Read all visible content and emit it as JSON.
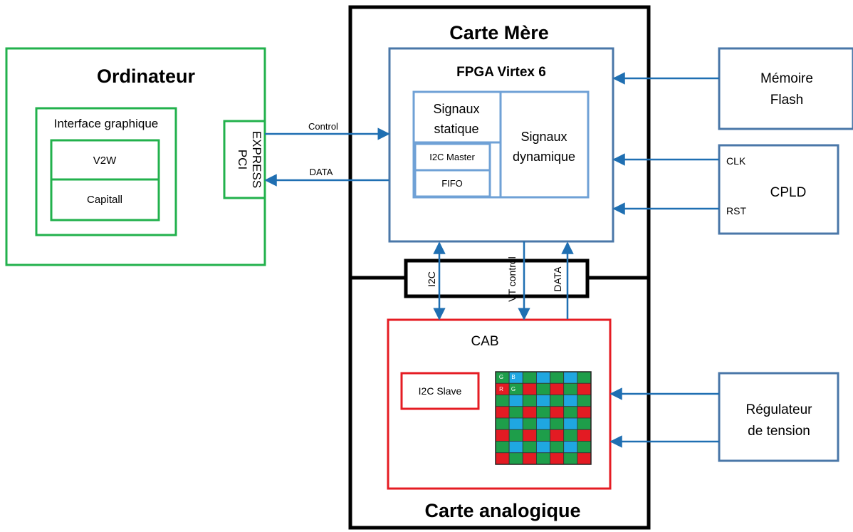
{
  "computer": {
    "title": "Ordinateur",
    "gui_title": "Interface graphique",
    "gui_items": [
      "V2W",
      "Capitall"
    ],
    "pci_line1": "PCI",
    "pci_line2": "EXPRESS",
    "color": "#22b14c"
  },
  "motherboard": {
    "title": "Carte Mère",
    "fpga_title": "FPGA Virtex 6",
    "static_line1": "Signaux",
    "static_line2": "statique",
    "i2c_master": "I2C Master",
    "fifo": "FIFO",
    "dynamic_line1": "Signaux",
    "dynamic_line2": "dynamique",
    "fpga_color": "#4a77a8",
    "inner_color": "#6fa1d6"
  },
  "flash": {
    "line1": "Mémoire",
    "line2": "Flash"
  },
  "cpld": {
    "title": "CPLD",
    "clk": "CLK",
    "rst": "RST"
  },
  "links": {
    "control": "Control",
    "data_pci": "DATA",
    "i2c": "I2C",
    "vt_control": "VT control",
    "data_cab": "DATA",
    "arrow_color": "#1f6fb2"
  },
  "analog": {
    "title": "Carte analogique",
    "cab_title": "CAB",
    "i2c_slave": "I2C Slave",
    "cab_color": "#e51c23",
    "cell_labels": {
      "g1": "G",
      "b": "B",
      "r": "R",
      "g2": "G"
    },
    "pixel_colors": {
      "G": "#1e9e4a",
      "B": "#1fa7e1",
      "R": "#e31b23"
    },
    "grid_rows": 8,
    "grid_cols": 7
  },
  "regulator": {
    "line1": "Régulateur",
    "line2": "de tension"
  }
}
